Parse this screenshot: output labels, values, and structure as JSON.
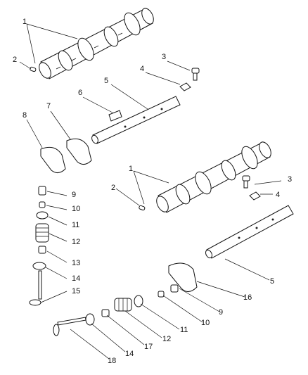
{
  "callouts": [
    {
      "id": "c1a",
      "text": "1"
    },
    {
      "id": "c2a",
      "text": "2"
    },
    {
      "id": "c3a",
      "text": "3"
    },
    {
      "id": "c4a",
      "text": "4"
    },
    {
      "id": "c5a",
      "text": "5"
    },
    {
      "id": "c6",
      "text": "6"
    },
    {
      "id": "c7",
      "text": "7"
    },
    {
      "id": "c8",
      "text": "8"
    },
    {
      "id": "c1b",
      "text": "1"
    },
    {
      "id": "c2b",
      "text": "2"
    },
    {
      "id": "c3b",
      "text": "3"
    },
    {
      "id": "c4b",
      "text": "4"
    },
    {
      "id": "c9a",
      "text": "9"
    },
    {
      "id": "c10a",
      "text": "10"
    },
    {
      "id": "c11a",
      "text": "11"
    },
    {
      "id": "c12a",
      "text": "12"
    },
    {
      "id": "c13",
      "text": "13"
    },
    {
      "id": "c14a",
      "text": "14"
    },
    {
      "id": "c15",
      "text": "15"
    },
    {
      "id": "c5b",
      "text": "5"
    },
    {
      "id": "c16",
      "text": "16"
    },
    {
      "id": "c9b",
      "text": "9"
    },
    {
      "id": "c10b",
      "text": "10"
    },
    {
      "id": "c11b",
      "text": "11"
    },
    {
      "id": "c12b",
      "text": "12"
    },
    {
      "id": "c17",
      "text": "17"
    },
    {
      "id": "c14b",
      "text": "14"
    },
    {
      "id": "c18",
      "text": "18"
    }
  ]
}
